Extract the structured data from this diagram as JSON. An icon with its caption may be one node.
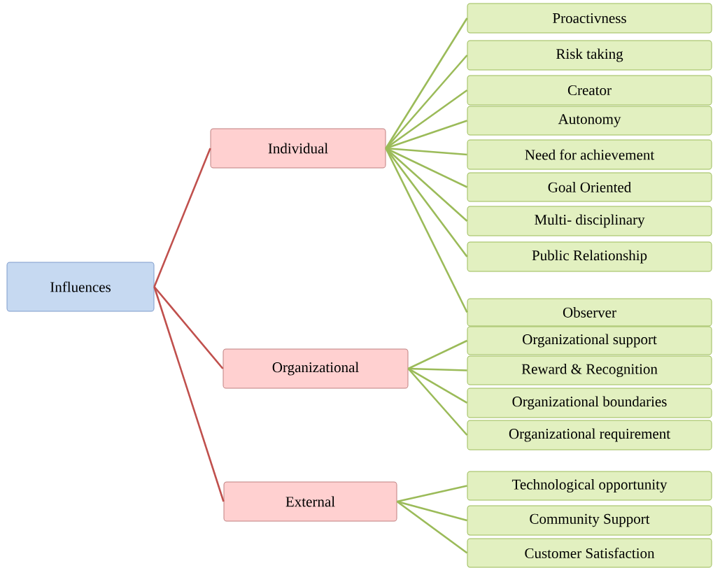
{
  "diagram": {
    "nodes": [
      {
        "text": [
          "Influences"
        ]
      },
      {
        "text": [
          "Individual"
        ]
      },
      {
        "text": [
          "Organizational"
        ]
      },
      {
        "text": [
          "External"
        ]
      },
      {
        "text": [
          "Proactivness"
        ]
      },
      {
        "text": [
          "Risk taking"
        ]
      },
      {
        "text": [
          "Creator"
        ]
      },
      {
        "text": [
          "Autonomy"
        ]
      },
      {
        "text": [
          "Need for achievement"
        ]
      },
      {
        "text": [
          "Goal Oriented"
        ]
      },
      {
        "text": [
          "Multi- disciplinary"
        ]
      },
      {
        "text": [
          "Public Relationship"
        ]
      },
      {
        "text": [
          "Observer"
        ]
      },
      {
        "text": [
          "Organizational support"
        ]
      },
      {
        "text": [
          "Reward & Recognition"
        ]
      },
      {
        "text": [
          "Organizational boundaries"
        ]
      },
      {
        "text": [
          "Organizational  requirement"
        ]
      },
      {
        "text": [
          "Technological  opportunity"
        ]
      },
      {
        "text": [
          "Community Support"
        ]
      },
      {
        "text": [
          "Customer Satisfaction"
        ]
      }
    ],
    "edges": [
      {
        "from": 0,
        "to": 1,
        "arrow": "none",
        "color": "#c0504d"
      },
      {
        "from": 0,
        "to": 2,
        "arrow": "none",
        "color": "#c0504d"
      },
      {
        "from": 0,
        "to": 3,
        "arrow": "none",
        "color": "#c0504d"
      },
      {
        "from": 1,
        "to": 4,
        "arrow": "none"
      },
      {
        "from": 1,
        "to": 5,
        "arrow": "none"
      },
      {
        "from": 1,
        "to": 6,
        "arrow": "none"
      },
      {
        "from": 1,
        "to": 7,
        "arrow": "none"
      },
      {
        "from": 1,
        "to": 8,
        "arrow": "none"
      },
      {
        "from": 1,
        "to": 9,
        "arrow": "none"
      },
      {
        "from": 1,
        "to": 10,
        "arrow": "none"
      },
      {
        "from": 1,
        "to": 11,
        "arrow": "none"
      },
      {
        "from": 1,
        "to": 12,
        "arrow": "none"
      },
      {
        "from": 2,
        "to": 13,
        "arrow": "none"
      },
      {
        "from": 2,
        "to": 14,
        "arrow": "none"
      },
      {
        "from": 2,
        "to": 15,
        "arrow": "none"
      },
      {
        "from": 2,
        "to": 16,
        "arrow": "none"
      },
      {
        "from": 3,
        "to": 17,
        "arrow": "none"
      },
      {
        "from": 3,
        "to": 18,
        "arrow": "none"
      },
      {
        "from": 3,
        "to": 19,
        "arrow": "none"
      }
    ]
  }
}
